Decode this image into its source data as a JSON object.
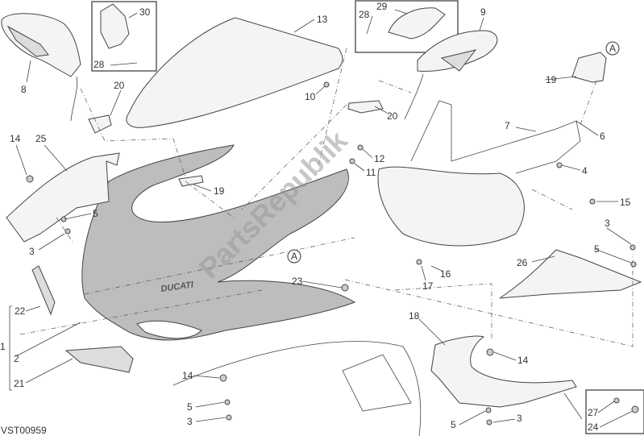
{
  "diagram_code": "VST00959",
  "watermark": "PartsRepublik",
  "fairing_logo": "DUCATI",
  "reference_marker": "A",
  "callouts": [
    "30",
    "28",
    "8",
    "13",
    "10",
    "20",
    "14",
    "25",
    "19",
    "5",
    "3",
    "28",
    "29",
    "9",
    "19",
    "20",
    "7",
    "6",
    "12",
    "11",
    "4",
    "15",
    "3",
    "5",
    "26",
    "17",
    "16",
    "23",
    "22",
    "1",
    "2",
    "21",
    "18",
    "14",
    "14",
    "5",
    "3",
    "5",
    "3",
    "27",
    "24"
  ],
  "colors": {
    "fairing": "#bdbdbd",
    "line": "#444444"
  }
}
